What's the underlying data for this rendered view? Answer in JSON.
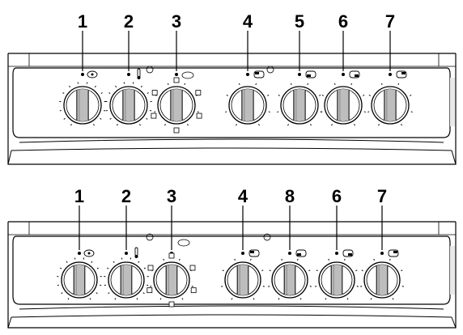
{
  "panels": [
    {
      "name": "panel-top",
      "knobs": [
        {
          "label": "1",
          "symbol": "timer-icon"
        },
        {
          "label": "2",
          "symbol": "thermometer-icon"
        },
        {
          "label": "3",
          "symbol": "oven-function-icon"
        },
        {
          "label": "4",
          "symbol": "hotplate-rear-left-icon"
        },
        {
          "label": "5",
          "symbol": "hotplate-front-left-icon"
        },
        {
          "label": "6",
          "symbol": "hotplate-front-right-icon"
        },
        {
          "label": "7",
          "symbol": "hotplate-rear-right-icon"
        }
      ]
    },
    {
      "name": "panel-bottom",
      "knobs": [
        {
          "label": "1",
          "symbol": "timer-icon"
        },
        {
          "label": "2",
          "symbol": "thermometer-icon"
        },
        {
          "label": "3",
          "symbol": "oven-function-icon"
        },
        {
          "label": "4",
          "symbol": "hotplate-rear-left-icon"
        },
        {
          "label": "8",
          "symbol": "hotplate-front-left-icon"
        },
        {
          "label": "6",
          "symbol": "hotplate-front-right-icon"
        },
        {
          "label": "7",
          "symbol": "hotplate-rear-right-icon"
        }
      ]
    }
  ],
  "colors": {
    "line": "#000000",
    "panel": "#ffffff",
    "knob_shade": "#bdbdbd",
    "shadow": "#e8e8e8"
  }
}
